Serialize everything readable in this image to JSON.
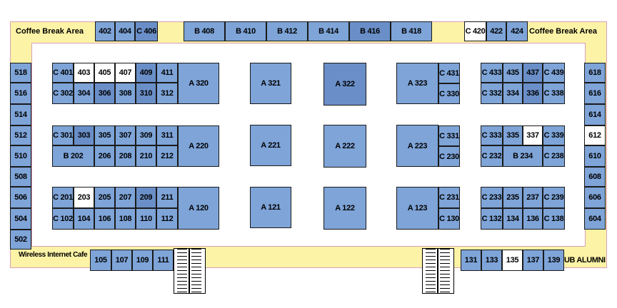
{
  "colors": {
    "booth": "#7ea4d8",
    "booth_dark": "#6a8fc8",
    "booth_available": "#ffffff",
    "corridor": "#fdf3a6",
    "border": "#d9a0ba"
  },
  "areas": {
    "coffee_left": "Coffee Break Area",
    "coffee_right": "Coffee Break Area",
    "wireless_cafe": "Wireless Internet Cafe",
    "ub_alumni": "UB ALUMNI"
  },
  "booths": [
    {
      "id": "402",
      "label": "402",
      "state": "booked"
    },
    {
      "id": "404",
      "label": "404",
      "state": "booked"
    },
    {
      "id": "C406",
      "label": "C 406",
      "state": "booked"
    },
    {
      "id": "B408",
      "label": "B 408",
      "state": "booked"
    },
    {
      "id": "B410",
      "label": "B 410",
      "state": "booked"
    },
    {
      "id": "B412",
      "label": "B 412",
      "state": "booked"
    },
    {
      "id": "B414",
      "label": "B 414",
      "state": "booked"
    },
    {
      "id": "B416",
      "label": "B 416",
      "state": "booked"
    },
    {
      "id": "B418",
      "label": "B 418",
      "state": "booked"
    },
    {
      "id": "C420",
      "label": "C 420",
      "state": "available"
    },
    {
      "id": "422",
      "label": "422",
      "state": "booked"
    },
    {
      "id": "424",
      "label": "424",
      "state": "booked"
    },
    {
      "id": "518",
      "label": "518",
      "state": "booked"
    },
    {
      "id": "516",
      "label": "516",
      "state": "booked"
    },
    {
      "id": "514",
      "label": "514",
      "state": "booked"
    },
    {
      "id": "512",
      "label": "512",
      "state": "booked"
    },
    {
      "id": "510",
      "label": "510",
      "state": "booked"
    },
    {
      "id": "508",
      "label": "508",
      "state": "booked"
    },
    {
      "id": "506",
      "label": "506",
      "state": "booked"
    },
    {
      "id": "504",
      "label": "504",
      "state": "booked"
    },
    {
      "id": "502",
      "label": "502",
      "state": "booked"
    },
    {
      "id": "618",
      "label": "618",
      "state": "booked"
    },
    {
      "id": "616",
      "label": "616",
      "state": "booked"
    },
    {
      "id": "614",
      "label": "614",
      "state": "booked"
    },
    {
      "id": "612",
      "label": "612",
      "state": "available"
    },
    {
      "id": "610",
      "label": "610",
      "state": "booked"
    },
    {
      "id": "608",
      "label": "608",
      "state": "booked"
    },
    {
      "id": "606",
      "label": "606",
      "state": "booked"
    },
    {
      "id": "604",
      "label": "604",
      "state": "booked"
    },
    {
      "id": "C401",
      "label": "C 401",
      "state": "booked"
    },
    {
      "id": "403",
      "label": "403",
      "state": "available"
    },
    {
      "id": "405",
      "label": "405",
      "state": "available"
    },
    {
      "id": "407",
      "label": "407",
      "state": "available"
    },
    {
      "id": "409",
      "label": "409",
      "state": "booked"
    },
    {
      "id": "411",
      "label": "411",
      "state": "booked"
    },
    {
      "id": "C302",
      "label": "C 302",
      "state": "booked"
    },
    {
      "id": "304",
      "label": "304",
      "state": "booked"
    },
    {
      "id": "306",
      "label": "306",
      "state": "booked"
    },
    {
      "id": "308",
      "label": "308",
      "state": "booked"
    },
    {
      "id": "310",
      "label": "310",
      "state": "booked"
    },
    {
      "id": "312",
      "label": "312",
      "state": "booked"
    },
    {
      "id": "A320",
      "label": "A 320",
      "state": "booked"
    },
    {
      "id": "C301",
      "label": "C 301",
      "state": "booked"
    },
    {
      "id": "303",
      "label": "303",
      "state": "booked"
    },
    {
      "id": "305",
      "label": "305",
      "state": "booked"
    },
    {
      "id": "307",
      "label": "307",
      "state": "booked"
    },
    {
      "id": "309",
      "label": "309",
      "state": "booked"
    },
    {
      "id": "311",
      "label": "311",
      "state": "booked"
    },
    {
      "id": "B202",
      "label": "B 202",
      "state": "booked"
    },
    {
      "id": "206",
      "label": "206",
      "state": "booked"
    },
    {
      "id": "208",
      "label": "208",
      "state": "booked"
    },
    {
      "id": "210",
      "label": "210",
      "state": "booked"
    },
    {
      "id": "212",
      "label": "212",
      "state": "booked"
    },
    {
      "id": "A220",
      "label": "A 220",
      "state": "booked"
    },
    {
      "id": "C201",
      "label": "C 201",
      "state": "booked"
    },
    {
      "id": "203",
      "label": "203",
      "state": "available"
    },
    {
      "id": "205",
      "label": "205",
      "state": "booked"
    },
    {
      "id": "207",
      "label": "207",
      "state": "booked"
    },
    {
      "id": "209",
      "label": "209",
      "state": "booked"
    },
    {
      "id": "211",
      "label": "211",
      "state": "booked"
    },
    {
      "id": "C102",
      "label": "C 102",
      "state": "booked"
    },
    {
      "id": "104",
      "label": "104",
      "state": "booked"
    },
    {
      "id": "106",
      "label": "106",
      "state": "booked"
    },
    {
      "id": "108",
      "label": "108",
      "state": "booked"
    },
    {
      "id": "110",
      "label": "110",
      "state": "booked"
    },
    {
      "id": "112",
      "label": "112",
      "state": "booked"
    },
    {
      "id": "A120",
      "label": "A 120",
      "state": "booked"
    },
    {
      "id": "A321",
      "label": "A 321",
      "state": "booked"
    },
    {
      "id": "A322",
      "label": "A 322",
      "state": "booked"
    },
    {
      "id": "A323",
      "label": "A 323",
      "state": "booked"
    },
    {
      "id": "A221",
      "label": "A 221",
      "state": "booked"
    },
    {
      "id": "A222",
      "label": "A 222",
      "state": "booked"
    },
    {
      "id": "A223",
      "label": "A 223",
      "state": "booked"
    },
    {
      "id": "A121",
      "label": "A 121",
      "state": "booked"
    },
    {
      "id": "A122",
      "label": "A 122",
      "state": "booked"
    },
    {
      "id": "A123",
      "label": "A 123",
      "state": "booked"
    },
    {
      "id": "C431",
      "label": "C 431",
      "state": "booked"
    },
    {
      "id": "C330",
      "label": "C 330",
      "state": "booked"
    },
    {
      "id": "C331",
      "label": "C 331",
      "state": "booked"
    },
    {
      "id": "C230",
      "label": "C 230",
      "state": "booked"
    },
    {
      "id": "C231",
      "label": "C 231",
      "state": "booked"
    },
    {
      "id": "C130",
      "label": "C 130",
      "state": "booked"
    },
    {
      "id": "C433",
      "label": "C 433",
      "state": "booked"
    },
    {
      "id": "435",
      "label": "435",
      "state": "booked"
    },
    {
      "id": "437",
      "label": "437",
      "state": "booked"
    },
    {
      "id": "C439",
      "label": "C 439",
      "state": "booked"
    },
    {
      "id": "C332",
      "label": "C 332",
      "state": "booked"
    },
    {
      "id": "334",
      "label": "334",
      "state": "booked"
    },
    {
      "id": "336",
      "label": "336",
      "state": "booked"
    },
    {
      "id": "C338",
      "label": "C 338",
      "state": "booked"
    },
    {
      "id": "C333",
      "label": "C 333",
      "state": "booked"
    },
    {
      "id": "335",
      "label": "335",
      "state": "booked"
    },
    {
      "id": "337",
      "label": "337",
      "state": "available"
    },
    {
      "id": "C339",
      "label": "C 339",
      "state": "booked"
    },
    {
      "id": "C232",
      "label": "C 232",
      "state": "booked"
    },
    {
      "id": "B234",
      "label": "B 234",
      "state": "booked"
    },
    {
      "id": "C238",
      "label": "C 238",
      "state": "booked"
    },
    {
      "id": "C233",
      "label": "C 233",
      "state": "booked"
    },
    {
      "id": "235",
      "label": "235",
      "state": "booked"
    },
    {
      "id": "237",
      "label": "237",
      "state": "booked"
    },
    {
      "id": "C239",
      "label": "C 239",
      "state": "booked"
    },
    {
      "id": "C132",
      "label": "C 132",
      "state": "booked"
    },
    {
      "id": "134",
      "label": "134",
      "state": "booked"
    },
    {
      "id": "136",
      "label": "136",
      "state": "booked"
    },
    {
      "id": "C138",
      "label": "C 138",
      "state": "booked"
    },
    {
      "id": "105",
      "label": "105",
      "state": "booked"
    },
    {
      "id": "107",
      "label": "107",
      "state": "booked"
    },
    {
      "id": "109",
      "label": "109",
      "state": "booked"
    },
    {
      "id": "111",
      "label": "111",
      "state": "booked"
    },
    {
      "id": "131",
      "label": "131",
      "state": "booked"
    },
    {
      "id": "133",
      "label": "133",
      "state": "booked"
    },
    {
      "id": "135",
      "label": "135",
      "state": "available"
    },
    {
      "id": "137",
      "label": "137",
      "state": "booked"
    },
    {
      "id": "139",
      "label": "139",
      "state": "booked"
    }
  ]
}
